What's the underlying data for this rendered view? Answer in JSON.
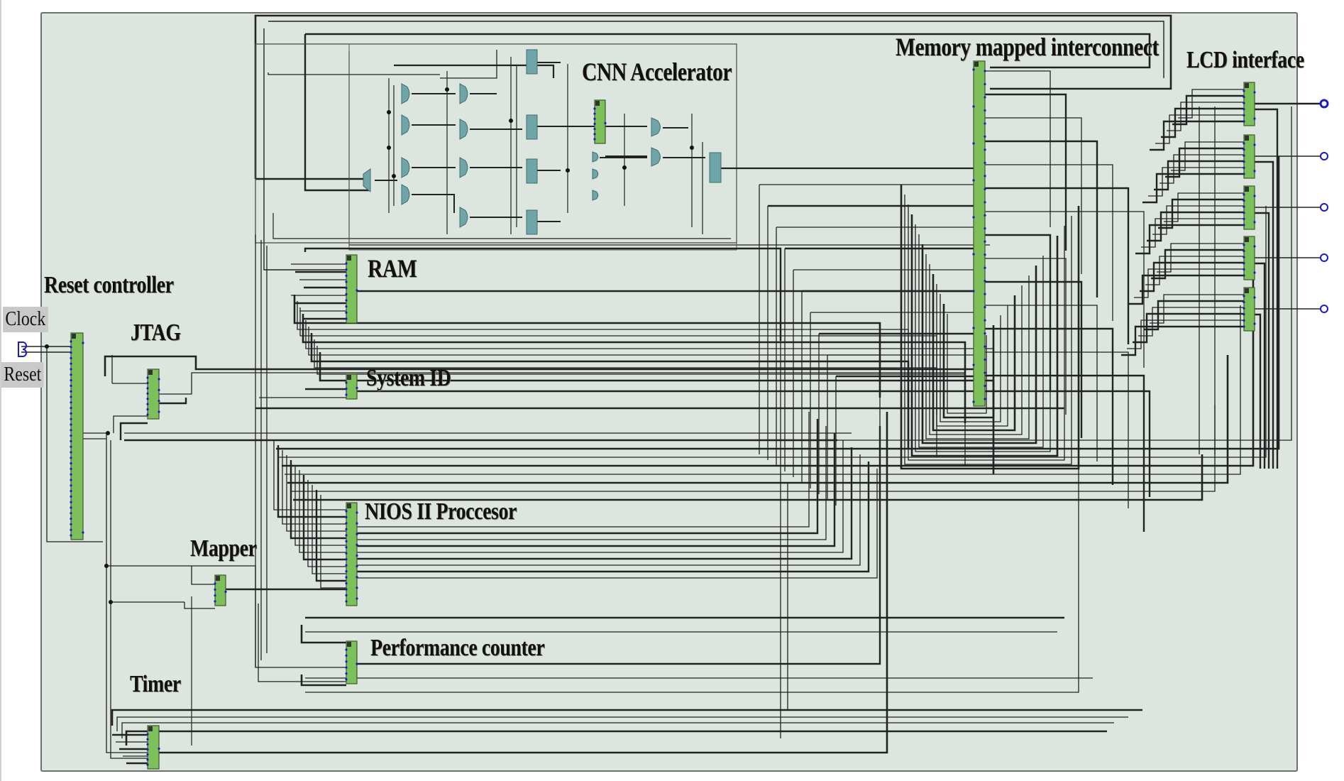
{
  "diagram": {
    "title": "System block diagram with CNN Accelerator",
    "labels": {
      "reset_controller": "Reset controller",
      "clock": "Clock",
      "reset": "Reset",
      "jtag": "JTAG",
      "cnn_accelerator": "CNN Accelerator",
      "ram": "RAM",
      "system_id": "System ID",
      "nios": "NIOS II Proccesor",
      "mapper": "Mapper",
      "performance_counter": "Performance counter",
      "timer": "Timer",
      "memory_interconnect": "Memory mapped interconnect",
      "lcd_interface": "LCD interface"
    },
    "blocks": [
      {
        "id": "reset_controller",
        "name": "Reset controller",
        "kind": "module"
      },
      {
        "id": "jtag",
        "name": "JTAG",
        "kind": "module"
      },
      {
        "id": "cnn_accelerator",
        "name": "CNN Accelerator",
        "kind": "subsystem"
      },
      {
        "id": "ram",
        "name": "RAM",
        "kind": "module"
      },
      {
        "id": "system_id",
        "name": "System ID",
        "kind": "module"
      },
      {
        "id": "nios",
        "name": "NIOS II Proccesor",
        "kind": "module"
      },
      {
        "id": "mapper",
        "name": "Mapper",
        "kind": "module"
      },
      {
        "id": "performance_counter",
        "name": "Performance counter",
        "kind": "module"
      },
      {
        "id": "timer",
        "name": "Timer",
        "kind": "module"
      },
      {
        "id": "memory_interconnect",
        "name": "Memory mapped interconnect",
        "kind": "bus"
      },
      {
        "id": "lcd_interface",
        "name": "LCD interface",
        "kind": "module",
        "instances": 5
      }
    ],
    "inputs": [
      "Clock",
      "Reset"
    ],
    "outputs_count": 5,
    "colors": {
      "canvas_bg": "#dde5df",
      "module_fill": "#7dc05a",
      "gate_fill": "#6fa5a8",
      "wire": "#222222",
      "port": "#1a1acc"
    }
  }
}
